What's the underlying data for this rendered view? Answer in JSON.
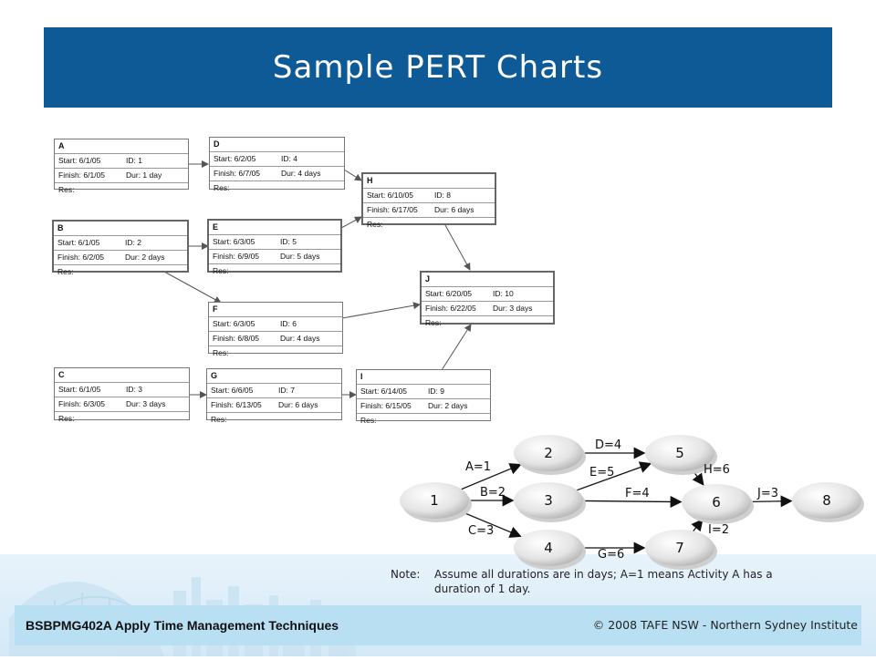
{
  "slide": {
    "title": "Sample PERT Charts",
    "footer_left": "BSBPMG402A Apply Time Management Techniques",
    "footer_right": "© 2008 TAFE NSW - Northern Sydney Institute"
  },
  "gantt_tasks": [
    {
      "name": "A",
      "start": "Start:  6/1/05",
      "id": "ID:  1",
      "finish": "Finish: 6/1/05",
      "dur": "Dur: 1 day",
      "res": "Res:"
    },
    {
      "name": "D",
      "start": "Start:  6/2/05",
      "id": "ID:  4",
      "finish": "Finish: 6/7/05",
      "dur": "Dur: 4 days",
      "res": "Res:"
    },
    {
      "name": "H",
      "start": "Start:  6/10/05",
      "id": "ID:  8",
      "finish": "Finish: 6/17/05",
      "dur": "Dur: 6 days",
      "res": "Res:"
    },
    {
      "name": "B",
      "start": "Start:  6/1/05",
      "id": "ID:  2",
      "finish": "Finish: 6/2/05",
      "dur": "Dur: 2 days",
      "res": "Res:"
    },
    {
      "name": "E",
      "start": "Start:  6/3/05",
      "id": "ID:  5",
      "finish": "Finish: 6/9/05",
      "dur": "Dur: 5 days",
      "res": "Res:"
    },
    {
      "name": "J",
      "start": "Start:  6/20/05",
      "id": "ID:  10",
      "finish": "Finish: 6/22/05",
      "dur": "Dur: 3 days",
      "res": "Res:"
    },
    {
      "name": "F",
      "start": "Start:  6/3/05",
      "id": "ID:  6",
      "finish": "Finish: 6/8/05",
      "dur": "Dur: 4 days",
      "res": "Res:"
    },
    {
      "name": "C",
      "start": "Start:  6/1/05",
      "id": "ID:  3",
      "finish": "Finish: 6/3/05",
      "dur": "Dur: 3 days",
      "res": "Res:"
    },
    {
      "name": "G",
      "start": "Start:  6/6/05",
      "id": "ID:  7",
      "finish": "Finish: 6/13/05",
      "dur": "Dur: 6 days",
      "res": "Res:"
    },
    {
      "name": "I",
      "start": "Start:  6/14/05",
      "id": "ID:  9",
      "finish": "Finish: 6/15/05",
      "dur": "Dur: 2 days",
      "res": "Res:"
    }
  ],
  "network": {
    "nodes": [
      "1",
      "2",
      "3",
      "4",
      "5",
      "6",
      "7",
      "8"
    ],
    "edges": [
      {
        "from": "1",
        "to": "2",
        "label": "A=1"
      },
      {
        "from": "1",
        "to": "3",
        "label": "B=2"
      },
      {
        "from": "1",
        "to": "4",
        "label": "C=3"
      },
      {
        "from": "2",
        "to": "5",
        "label": "D=4"
      },
      {
        "from": "3",
        "to": "5",
        "label": "E=5"
      },
      {
        "from": "3",
        "to": "6",
        "label": "F=4"
      },
      {
        "from": "4",
        "to": "7",
        "label": "G=6"
      },
      {
        "from": "5",
        "to": "6",
        "label": "H=6"
      },
      {
        "from": "7",
        "to": "6",
        "label": "I=2"
      },
      {
        "from": "6",
        "to": "8",
        "label": "J=3"
      }
    ],
    "note_label": "Note:",
    "note_line1": "Assume all durations are in days; A=1 means Activity A has a",
    "note_line2": "duration of 1 day."
  },
  "colors": {
    "title_bg": "#0e5a96",
    "footer_strip": "#b9dff3"
  }
}
